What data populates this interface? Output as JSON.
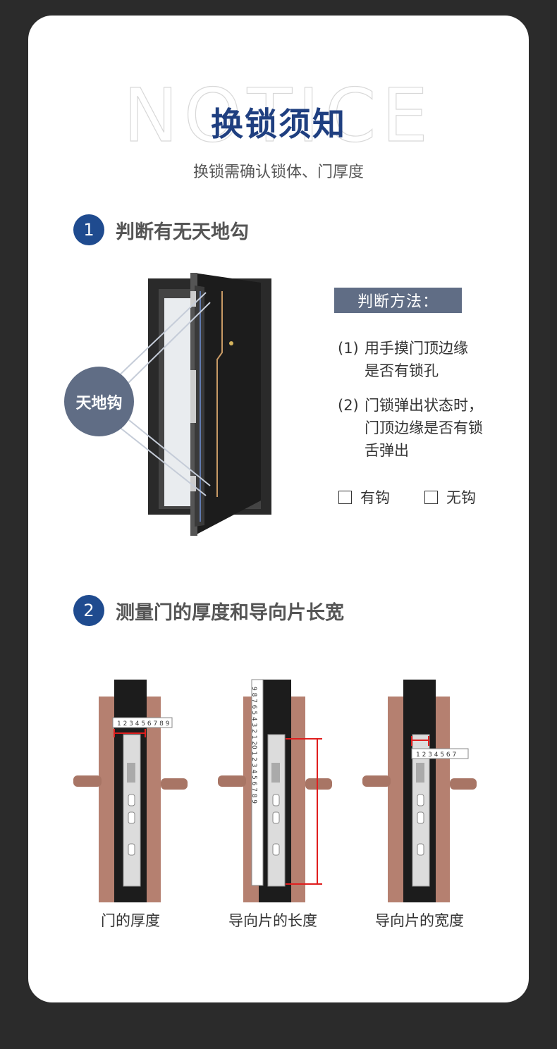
{
  "header": {
    "bg_word": "NOTICE",
    "title": "换锁须知",
    "subtitle": "换锁需确认锁体、门厚度"
  },
  "section1": {
    "number": "1",
    "title": "判断有无天地勾",
    "badge": "天地钩",
    "method_label": "判断方法：",
    "steps": [
      {
        "num": "(1)",
        "line1": "用手摸门顶边缘",
        "line2": "是否有锁孔"
      },
      {
        "num": "(2)",
        "line1": "门锁弹出状态时，",
        "line2": "门顶边缘是否有锁",
        "line3": "舌弹出"
      }
    ],
    "options": [
      "有钩",
      "无钩"
    ]
  },
  "section2": {
    "number": "2",
    "title": "测量门的厚度和导向片长宽",
    "captions": [
      "门的厚度",
      "导向片的长度",
      "导向片的宽度"
    ],
    "ruler_h": "1 2 3 4 5 6 7 8 9",
    "ruler_v": "9 8 7 6 5 4 3 2 1 20 1 2 3 4 5 6 7 8 9",
    "ruler_w": "1 2 3 4 5 6 7"
  },
  "colors": {
    "accent": "#1f4b8f",
    "title": "#1f3f80",
    "badge": "#606d85",
    "copper": "#b07a6a",
    "measure": "#e01e1e"
  }
}
